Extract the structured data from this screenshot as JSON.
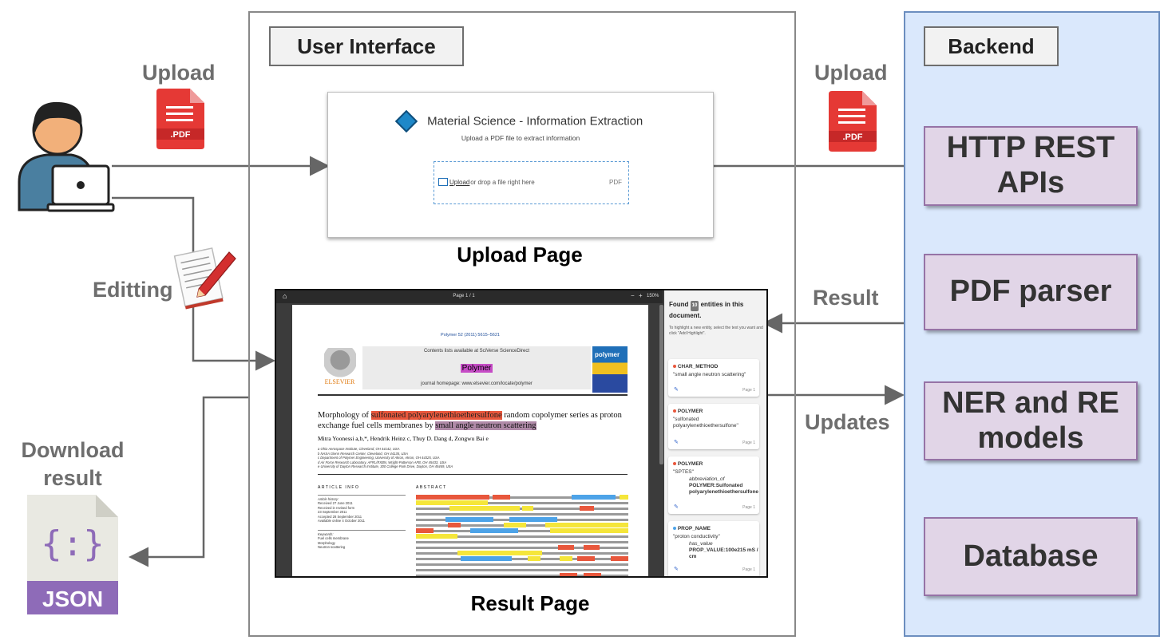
{
  "labels": {
    "upload_left": "Upload",
    "upload_right": "Upload",
    "editing": "Editting",
    "download": "Download\nresult",
    "result": "Result",
    "updates": "Updates"
  },
  "sections": {
    "ui_title": "User Interface",
    "backend_title": "Backend",
    "upload_page_caption": "Upload Page",
    "result_page_caption": "Result Page"
  },
  "backend_boxes": [
    "HTTP REST\nAPIs",
    "PDF parser",
    "NER and RE\nmodels",
    "Database"
  ],
  "pdf_icon_text": ".PDF",
  "json_icon": {
    "symbol": "{:}",
    "text": "JSON"
  },
  "upload_page": {
    "title": "Material Science - Information Extraction",
    "subtitle": "Upload a PDF file to extract information",
    "dropzone_link": "Upload",
    "dropzone_text": " or drop a file right here",
    "dropzone_type": "PDF"
  },
  "result_page": {
    "toolbar_page": "Page 1 / 1",
    "toolbar_zoom": "150%",
    "journal_ref": "Polymer 52 (2011) 5615–5621",
    "contents_line": "Contents lists available at SciVerse ScienceDirect",
    "journal_name": "Polymer",
    "homepage": "journal homepage: www.elsevier.com/locate/polymer",
    "publisher": "ELSEVIER",
    "cover_word": "polymer",
    "title_pre": "Morphology of ",
    "title_hl": "sulfonated polyarylenethioethersulfone",
    "title_mid": " random copolymer series as proton exchange fuel cells membranes by ",
    "title_hl2": "small angle neutron scattering",
    "authors": "Mitra Yoonessi a,b,*, Hendrik Heinz c, Thuy D. Dang d, Zongwu Bai e",
    "affiliations": [
      "a Ohio Aerospace Institute, Cleveland, OH 44142, USA",
      "b NASA Glenn Research Center, Cleveland, OH 44135, USA",
      "c Department of Polymer Engineering, University of Akron, Akron, OH 44325, USA",
      "d Air Force Research Laboratory, AFRL/RXBN, Wright-Patterson AFB, OH 45433, USA",
      "e University of Dayton Research Institute, 300 College Park Drive, Dayton, OH 45469, USA"
    ],
    "article_info_head": "ARTICLE INFO",
    "article_history": [
      "Article history:",
      "Received 27 June 2011",
      "Received in revised form",
      "23 September 2011",
      "Accepted 28 September 2011",
      "Available online 4 October 2011"
    ],
    "keywords": [
      "Keywords:",
      "Fuel cells membrane",
      "Morphology",
      "Neutron scattering"
    ],
    "abstract_head": "ABSTRACT",
    "found_pre": "Found",
    "found_count": "10",
    "found_post": "entities in this document.",
    "hint": "To highlight a new entity, select the text you want and click \"Add Highlight\".",
    "entities": [
      {
        "type": "CHAR_METHOD",
        "text": "\"small angle neutron scattering\"",
        "page": "Page 1"
      },
      {
        "type": "POLYMER",
        "text": "\"sulfonated polyarylenethioethersulfone\"",
        "page": "Page 1"
      },
      {
        "type": "POLYMER",
        "text": "\"SPTES\"",
        "rel": "abbreviation_of",
        "target": "POLYMER:Sulfonated polyarylenethioethersulfone",
        "page": "Page 1"
      },
      {
        "type": "PROP_NAME",
        "text": "\"proton conductivity\"",
        "rel": "has_value",
        "target": "PROP_VALUE:100e215 mS / cm",
        "page": "Page 1"
      }
    ]
  },
  "colors": {
    "backend_bg": "#dae8fc",
    "backend_border": "#6c8ebf",
    "box_fill": "#e1d5e7",
    "box_border": "#9673a6",
    "arrow": "#666666",
    "pdf_red": "#e53935"
  }
}
